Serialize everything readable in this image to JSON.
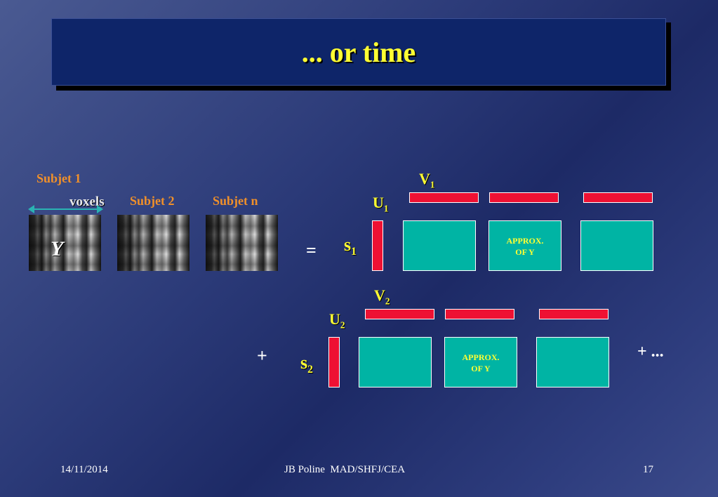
{
  "slide": {
    "title": "... or time",
    "subject_labels": [
      "Subjet 1",
      "Subjet 2",
      "Subjet n"
    ],
    "voxels_label": "voxels",
    "matrix_label": "Y",
    "equals": "=",
    "plus": "+",
    "plus_more": "+ ...",
    "components": [
      {
        "u_label": "U",
        "u_sub": "1",
        "v_label": "V",
        "v_sub": "1",
        "s_label": "s",
        "s_sub": "1",
        "approx_line1": "APPROX.",
        "approx_line2": "OF Y"
      },
      {
        "u_label": "U",
        "u_sub": "2",
        "v_label": "V",
        "v_sub": "2",
        "s_label": "s",
        "s_sub": "2",
        "approx_line1": "APPROX.",
        "approx_line2": "OF Y"
      }
    ],
    "footer": {
      "date": "14/11/2014",
      "author": "JB Poline  MAD/SHFJ/CEA",
      "page_number": "17"
    },
    "colors": {
      "title_text": "#ffff33",
      "subject_text": "#f0902a",
      "bar": "#ee1133",
      "block": "#00b4a4",
      "arrow": "#2ab3b3"
    }
  }
}
